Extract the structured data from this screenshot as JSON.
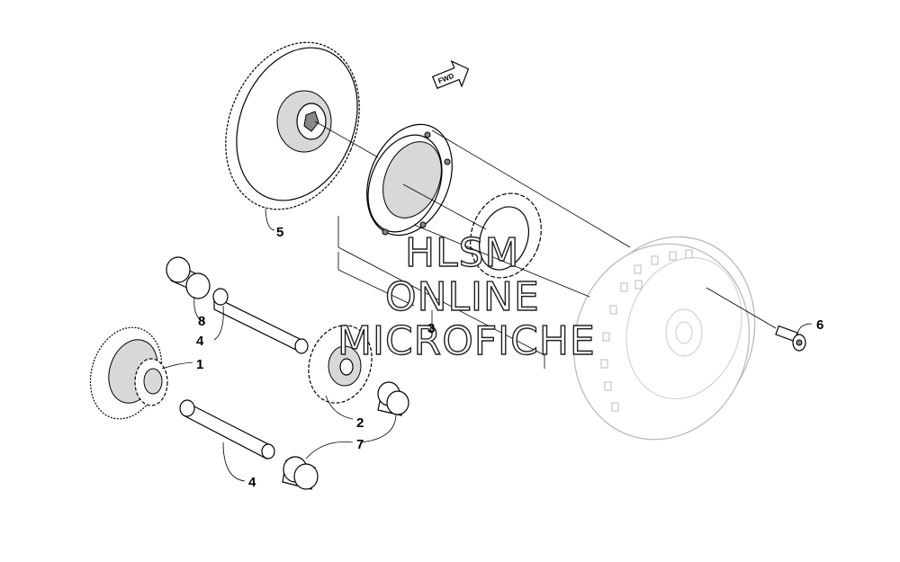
{
  "diagram": {
    "fwd_label": "FWD",
    "watermark": {
      "line1": "HLSM",
      "line2": "ONLINE",
      "line3": "MICROFICHE"
    },
    "callouts": [
      {
        "id": "callout-1",
        "label": "1"
      },
      {
        "id": "callout-2",
        "label": "2"
      },
      {
        "id": "callout-3",
        "label": "3"
      },
      {
        "id": "callout-4a",
        "label": "4"
      },
      {
        "id": "callout-4b",
        "label": "4"
      },
      {
        "id": "callout-5",
        "label": "5"
      },
      {
        "id": "callout-6",
        "label": "6"
      },
      {
        "id": "callout-7",
        "label": "7"
      },
      {
        "id": "callout-8",
        "label": "8"
      }
    ]
  }
}
